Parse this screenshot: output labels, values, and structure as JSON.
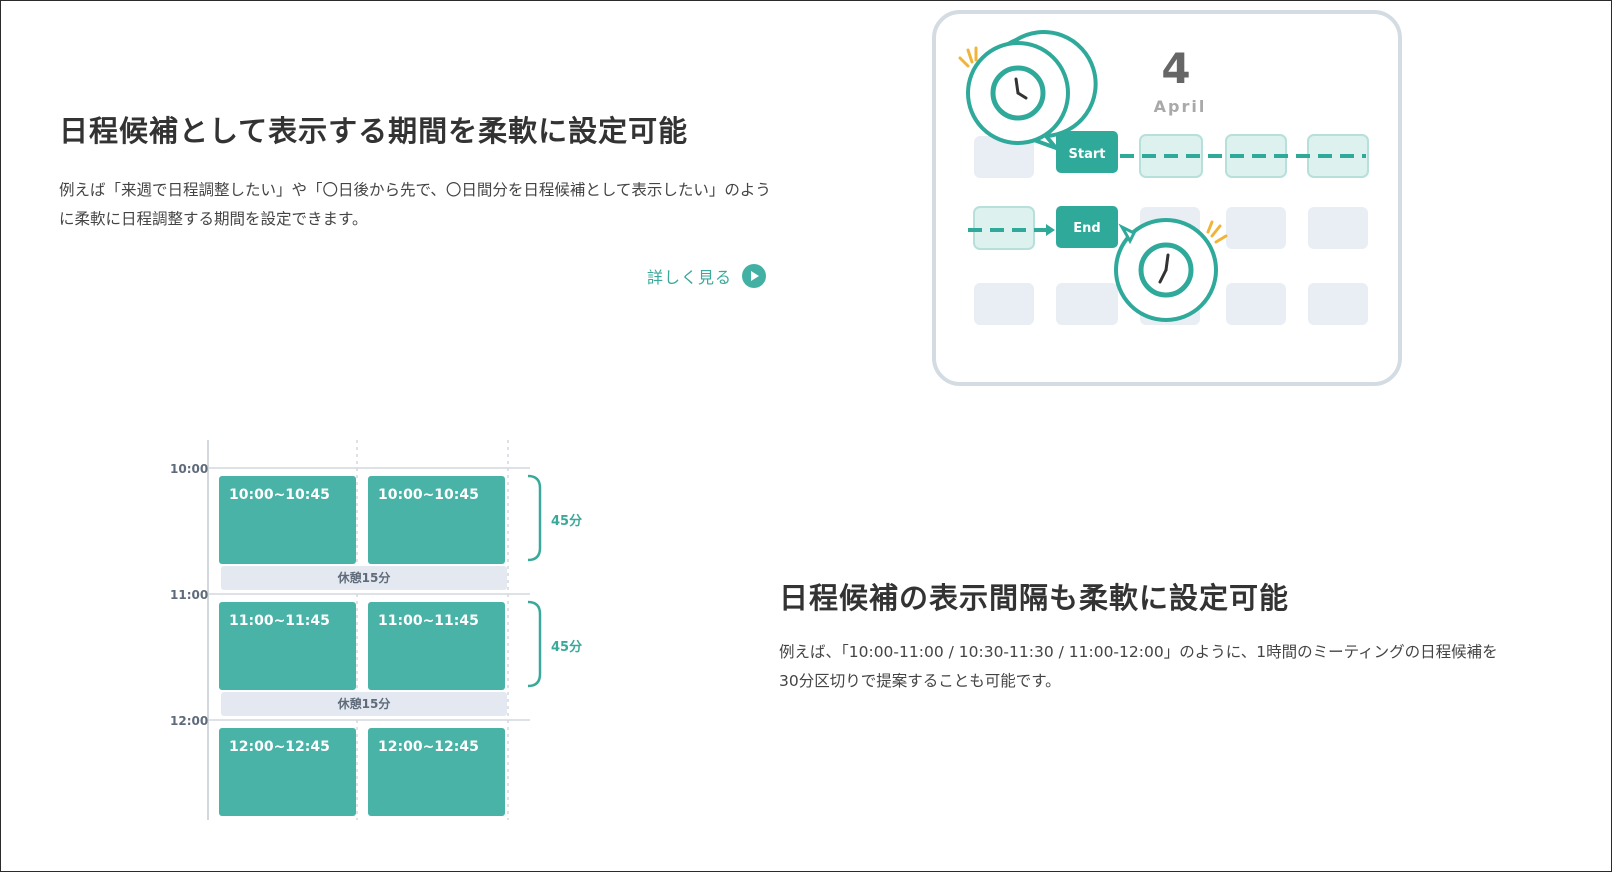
{
  "section1": {
    "title": "日程候補として表示する期間を柔軟に設定可能",
    "description": "例えば「来週で日程調整したい」や「〇日後から先で、〇日間分を日程候補として表示したい」のように柔軟に日程調整する期間を設定できます。",
    "link_label": "詳しく見る",
    "link_icon": "play-circle-icon"
  },
  "calendar": {
    "month_number": "4",
    "month_name": "April",
    "start_label": "Start",
    "end_label": "End",
    "accent_color": "#2fa99a",
    "cell_color": "#e8eef3"
  },
  "section2": {
    "title": "日程候補の表示間隔も柔軟に設定可能",
    "description": "例えば、「10:00-11:00 / 10:30-11:30 / 11:00-12:00」のように、1時間のミーティングの日程候補を30分区切りで提案することも可能です。"
  },
  "timeline": {
    "times": [
      "10:00",
      "11:00",
      "12:00"
    ],
    "rows": [
      {
        "slots": [
          "10:00~10:45",
          "10:00~10:45"
        ],
        "duration": "45分",
        "break": "休憩15分"
      },
      {
        "slots": [
          "11:00~11:45",
          "11:00~11:45"
        ],
        "duration": "45分",
        "break": "休憩15分"
      },
      {
        "slots": [
          "12:00~12:45",
          "12:00~12:45"
        ]
      }
    ],
    "slot_color": "#48b3a6",
    "break_color": "#e4e9f1"
  }
}
